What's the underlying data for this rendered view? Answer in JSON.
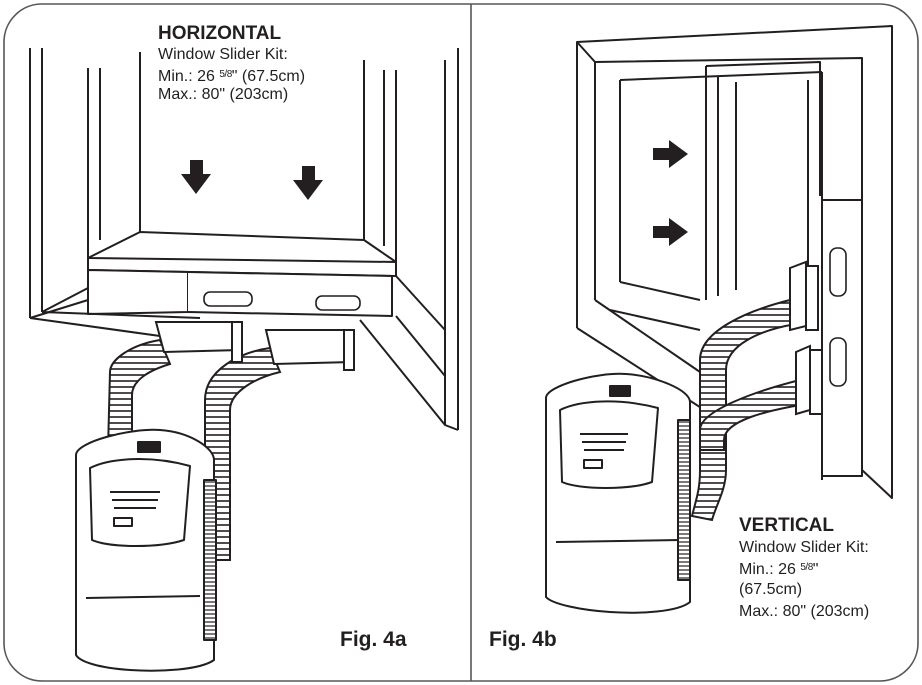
{
  "horizontal": {
    "heading": "HORIZONTAL",
    "kit": "Window Slider Kit:",
    "min_prefix": "Min.: 26 ",
    "min_fraction": "5/8",
    "min_suffix": "\" (67.5cm)",
    "max": "Max.: 80\" (203cm)",
    "figure_label": "Fig. 4a"
  },
  "vertical": {
    "heading": "VERTICAL",
    "kit": "Window Slider Kit:",
    "min_prefix": "Min.: 26 ",
    "min_fraction": "5/8",
    "min_suffix": "\"",
    "min_metric": "(67.5cm)",
    "max": "Max.: 80\" (203cm)",
    "figure_label": "Fig. 4b"
  },
  "colors": {
    "ink": "#231f20",
    "frame": "#55565a",
    "paper": "#ffffff",
    "panel_shade": "#d9d9da"
  },
  "icons": [
    "down-arrow-icon",
    "right-arrow-icon",
    "hose-icon",
    "air-conditioner-icon",
    "window-icon"
  ]
}
